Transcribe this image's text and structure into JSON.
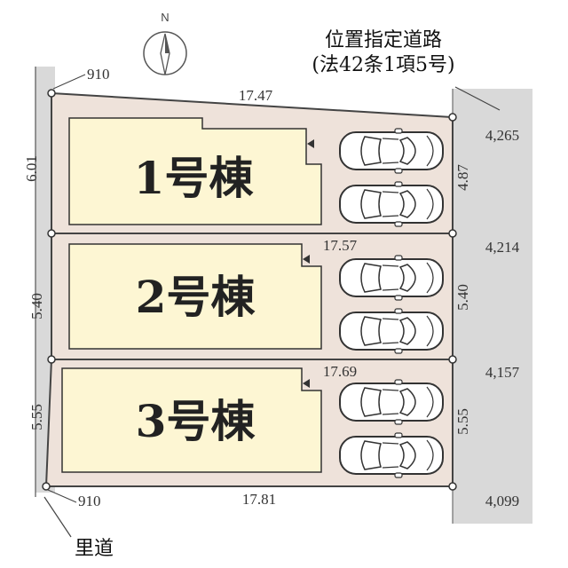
{
  "compass": {
    "label": "N"
  },
  "road_designation": {
    "line1": "位置指定道路",
    "line2": "(法42条1項5号)"
  },
  "side_road": {
    "label": "里道"
  },
  "buildings": [
    {
      "label": "1号棟",
      "spaces": 2
    },
    {
      "label": "2号棟",
      "spaces": 2
    },
    {
      "label": "3号棟",
      "spaces": 2
    }
  ],
  "dimensions": {
    "top_left_offset": "910",
    "top_width": "17.47",
    "lot1_left_depth": "6.01",
    "lot1_right_depth": "4.87",
    "lot1_road_width": "4,265",
    "lot2_top_width": "17.57",
    "lot2_left_depth": "5.40",
    "lot2_right_depth": "5.40",
    "lot2_road_width": "4,214",
    "lot3_top_width": "17.69",
    "lot3_left_depth": "5.55",
    "lot3_right_depth": "5.55",
    "lot3_road_width": "4,157",
    "bottom_left_offset": "910",
    "bottom_width": "17.81",
    "bottom_road_width": "4,099"
  }
}
